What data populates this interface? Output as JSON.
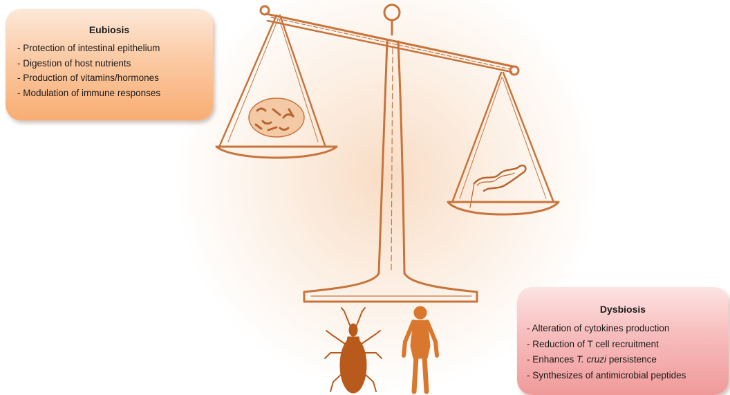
{
  "eubiosis": {
    "title": "Eubiosis",
    "items": [
      "- Protection of intestinal epithelium",
      "- Digestion of host nutrients",
      "- Production of vitamins/hormones",
      "- Modulation of immune responses"
    ]
  },
  "dysbiosis": {
    "title": "Dysbiosis",
    "items": {
      "i0": "- Alteration of cytokines production",
      "i1": "- Reduction of T cell recruitment",
      "i2_prefix": "- Enhances ",
      "i2_italic": "T. cruzi",
      "i2_suffix": " persistence",
      "i3": "- Synthesizes of antimicrobial peptides"
    }
  },
  "colors": {
    "eubiosis_box": "#f8ad72",
    "dysbiosis_box": "#f09a9a",
    "scale_stroke": "#c8733a",
    "insect": "#b85a1c",
    "human": "#d9772e"
  },
  "icons": [
    "balance-scale-icon",
    "bacteria-icon",
    "trypanosome-icon",
    "triatomine-bug-icon",
    "human-figure-icon"
  ]
}
